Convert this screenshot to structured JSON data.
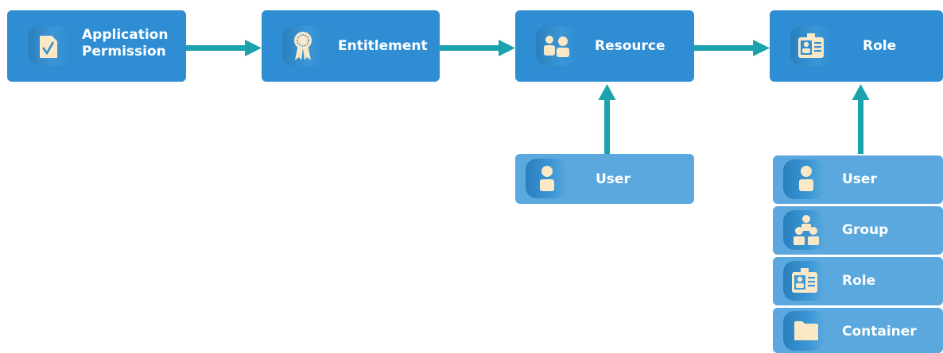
{
  "flow": {
    "app_permission": "Application\nPermission",
    "entitlement": "Entitlement",
    "resource": "Resource",
    "role": "Role"
  },
  "resource_sources": {
    "user": "User"
  },
  "role_sources": {
    "user": "User",
    "group": "Group",
    "role": "Role",
    "container": "Container"
  },
  "icons": [
    "document-check-icon",
    "ribbon-award-icon",
    "users-pair-icon",
    "id-badge-icon",
    "user-icon",
    "group-icon",
    "container-folder-icon"
  ],
  "colors": {
    "box_dark": "#2f8ed3",
    "box_light": "#5aa8dd",
    "arrow": "#1aa3ad",
    "icon_fill": "#fbe9c6"
  }
}
